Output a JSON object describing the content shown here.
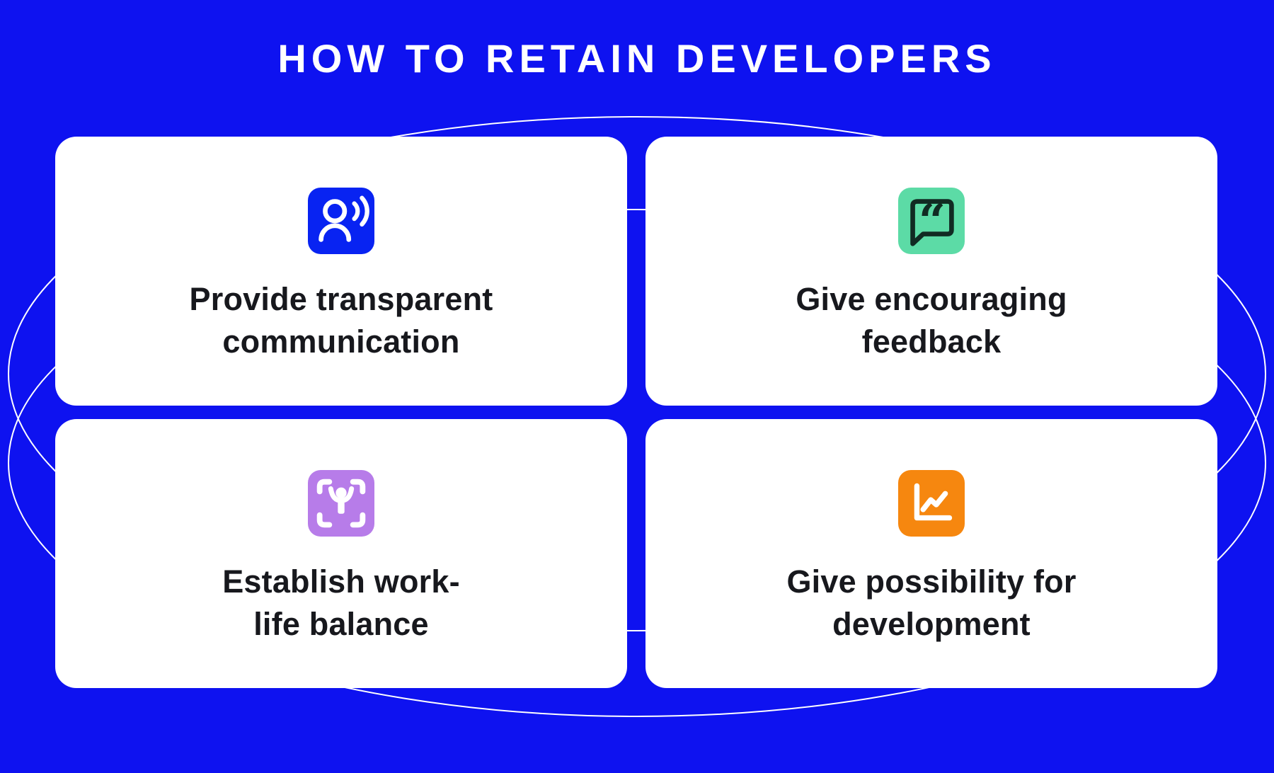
{
  "title": "HOW TO RETAIN DEVELOPERS",
  "colors": {
    "background": "#0E12F0",
    "card": "#FFFFFF",
    "title_text": "#FFFFFF",
    "card_text": "#17181D",
    "decor_line": "#FFFFFF"
  },
  "cards": [
    {
      "icon": "speaking-person-icon",
      "icon_bg": "#0823F2",
      "icon_fg": "#FFFFFF",
      "label": "Provide transparent\ncommunication"
    },
    {
      "icon": "quote-bubble-icon",
      "icon_bg": "#5CDBA6",
      "icon_fg": "#112B23",
      "label": "Give encouraging\nfeedback"
    },
    {
      "icon": "person-frame-icon",
      "icon_bg": "#B77CE9",
      "icon_fg": "#FFFFFF",
      "label": "Establish work-\nlife balance"
    },
    {
      "icon": "growth-chart-icon",
      "icon_bg": "#F6870F",
      "icon_fg": "#FFFFFF",
      "label": "Give possibility for\ndevelopment"
    }
  ]
}
